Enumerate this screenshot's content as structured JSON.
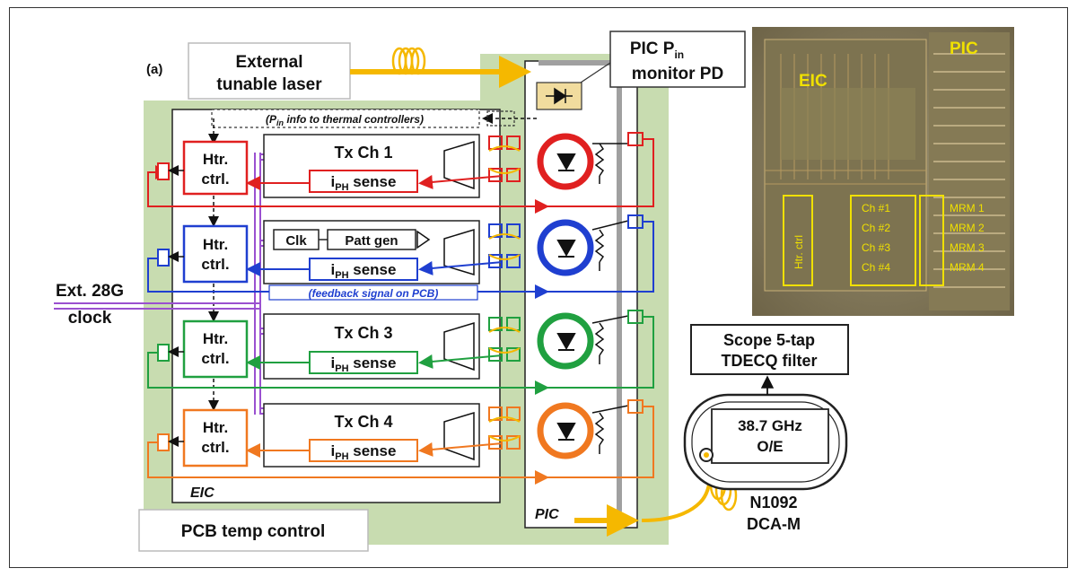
{
  "labels": {
    "panel_tag": "(a)",
    "laser_line1": "External",
    "laser_line2": "tunable laser",
    "monitor_line1": "PIC P",
    "monitor_sub": "in",
    "monitor_line2": "monitor PD",
    "pin_info": "(P",
    "pin_info_sub": "in",
    "pin_info_rest": " info to thermal controllers)",
    "htr_line1": "Htr.",
    "htr_line2": "ctrl.",
    "tx_ch1": "Tx Ch 1",
    "tx_ch3": "Tx Ch 3",
    "tx_ch4": "Tx Ch 4",
    "clk": "Clk",
    "patt_gen": "Patt gen",
    "iph_i": "i",
    "iph_sub": "PH",
    "iph_rest": " sense",
    "ext_clock_line1": "Ext. 28G",
    "ext_clock_line2": "clock",
    "feedback": "(feedback signal on PCB)",
    "eic": "EIC",
    "pic": "PIC",
    "pcb_temp": "PCB temp control",
    "scope_line1": "Scope 5-tap",
    "scope_line2": "TDECQ filter",
    "oe_line1": "38.7 GHz",
    "oe_line2": "O/E",
    "dca_line1": "N1092",
    "dca_line2": "DCA-M"
  },
  "photo": {
    "eic": "EIC",
    "pic": "PIC",
    "htr_ctrl": "Htr. ctrl",
    "channels": [
      "Ch #1",
      "Ch #2",
      "Ch #3",
      "Ch #4"
    ],
    "mrms": [
      "MRM 1",
      "MRM 2",
      "MRM 3",
      "MRM 4"
    ]
  },
  "colors": {
    "ch1": "#e02020",
    "ch2": "#1f3fd0",
    "ch3": "#20a040",
    "ch4": "#f07820",
    "laser": "#f5b800",
    "clock": "#9a50d0",
    "pcb_green": "#c8dcb0"
  }
}
